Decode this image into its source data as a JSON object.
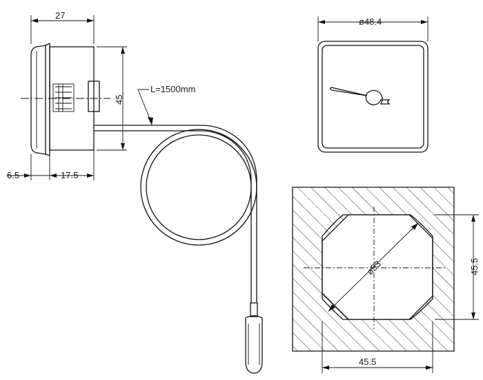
{
  "dimensions": {
    "side_width": "27",
    "side_height": "45",
    "bezel_thickness": "6.5",
    "body_depth": "17.5",
    "capillary_length": "L=1500mm",
    "front_diameter": "ø48.4",
    "cutout_diameter": "ø53",
    "cutout_height": "45.5",
    "cutout_width": "45.5"
  },
  "colors": {
    "line": "#111111",
    "hatch": "#333333",
    "background": "#ffffff"
  }
}
